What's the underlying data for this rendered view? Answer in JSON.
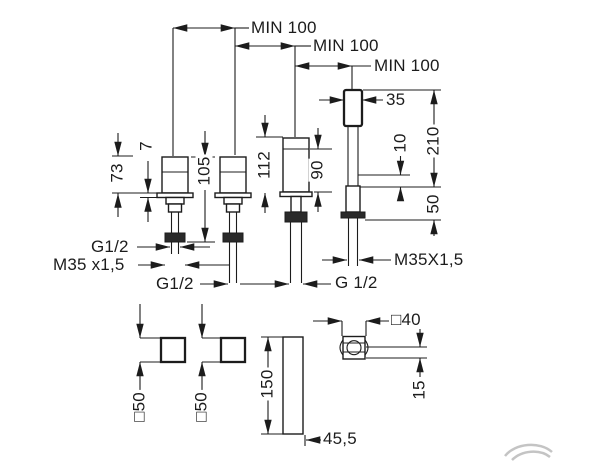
{
  "colors": {
    "line": "#1c1c1c",
    "background": "#ffffff",
    "watermark": "#c4c4c4"
  },
  "top_dimensions": {
    "min100_1": "MIN 100",
    "min100_2": "MIN 100",
    "min100_3": "MIN 100"
  },
  "elevation": {
    "handle_cap_height": "7",
    "handle_height": "73",
    "handle_total_height": "105",
    "spout_total_height": "112",
    "spout_height": "90",
    "shower_head_width": "35",
    "shower_height": "210",
    "shower_gap": "10",
    "shower_base_height": "50"
  },
  "threads": {
    "left_connection": "G1/2",
    "left_thread": "M35 x1,5",
    "bottom_connection": "G1/2",
    "bottom_right_connection": "G 1/2",
    "right_thread": "M35X1,5"
  },
  "plan": {
    "handle_square_1": "□50",
    "handle_square_2": "□50",
    "spout_length": "150",
    "spout_width": "45,5",
    "holder_square": "□40",
    "holder_offset": "15"
  }
}
